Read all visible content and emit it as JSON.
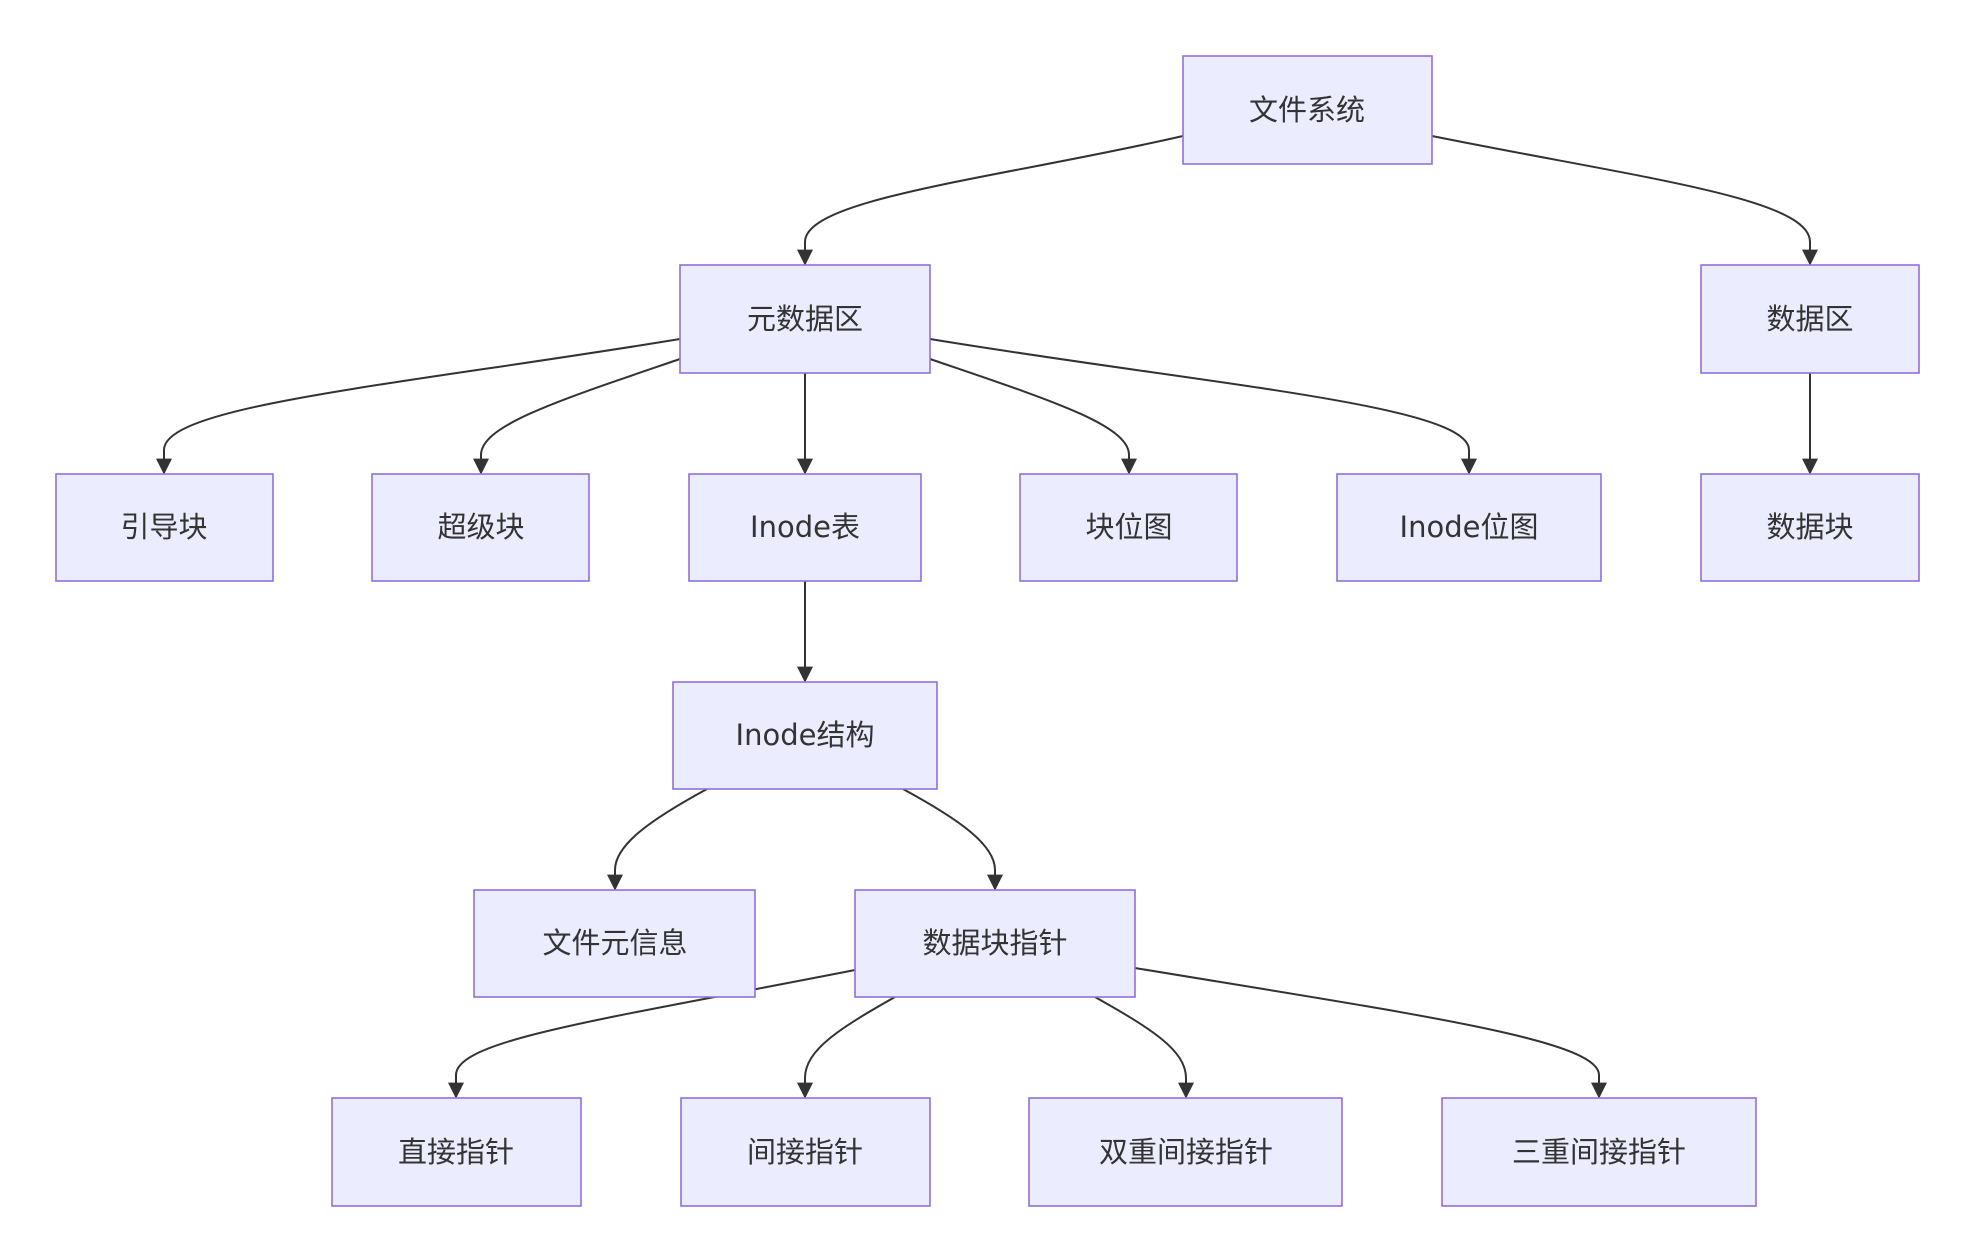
{
  "diagram": {
    "type": "flowchart",
    "direction": "top-down",
    "colors": {
      "node_fill": "#ECECFF",
      "node_border": "#9370DB",
      "edge": "#333333",
      "text": "#333333",
      "background": "#FFFFFF"
    },
    "nodes": {
      "fs": "文件系统",
      "meta": "元数据区",
      "data": "数据区",
      "boot": "引导块",
      "super": "超级块",
      "inode_table": "Inode表",
      "block_bitmap": "块位图",
      "inode_bitmap": "Inode位图",
      "data_block": "数据块",
      "inode_struct": "Inode结构",
      "file_meta": "文件元信息",
      "block_ptr": "数据块指针",
      "direct": "直接指针",
      "indirect": "间接指针",
      "double_indirect": "双重间接指针",
      "triple_indirect": "三重间接指针"
    },
    "edges": [
      {
        "from": "fs",
        "to": "meta"
      },
      {
        "from": "fs",
        "to": "data"
      },
      {
        "from": "meta",
        "to": "boot"
      },
      {
        "from": "meta",
        "to": "super"
      },
      {
        "from": "meta",
        "to": "inode_table"
      },
      {
        "from": "meta",
        "to": "block_bitmap"
      },
      {
        "from": "meta",
        "to": "inode_bitmap"
      },
      {
        "from": "data",
        "to": "data_block"
      },
      {
        "from": "inode_table",
        "to": "inode_struct"
      },
      {
        "from": "inode_struct",
        "to": "file_meta"
      },
      {
        "from": "inode_struct",
        "to": "block_ptr"
      },
      {
        "from": "block_ptr",
        "to": "direct"
      },
      {
        "from": "block_ptr",
        "to": "indirect"
      },
      {
        "from": "block_ptr",
        "to": "double_indirect"
      },
      {
        "from": "block_ptr",
        "to": "triple_indirect"
      }
    ]
  }
}
